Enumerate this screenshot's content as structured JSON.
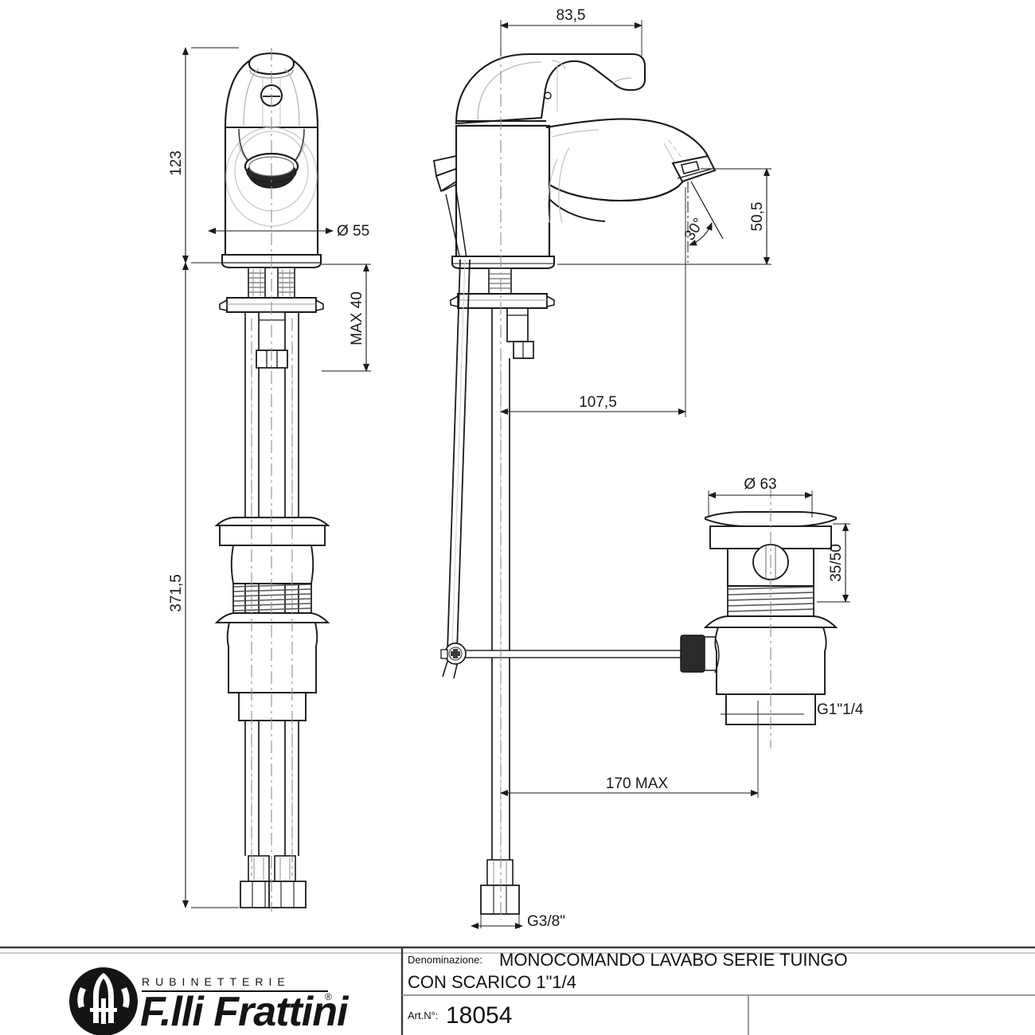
{
  "sheet": {
    "background": "#ffffff",
    "line_color": "#1a1a1a",
    "thin_line_color": "#555555",
    "accent_dark": "#222222"
  },
  "drawing": {
    "title": "Technical drawing - single lever basin mixer",
    "views": [
      {
        "name": "front-view",
        "label": ""
      },
      {
        "name": "side-view",
        "label": ""
      },
      {
        "name": "drain-waste-detail",
        "label": ""
      }
    ]
  },
  "dimensions": {
    "front_height": "123",
    "front_diameter": "Ø 55",
    "max_thickness": "MAX 40",
    "total_length": "371,5",
    "side_handle_reach": "83,5",
    "spout_height": "50,5",
    "aerator_angle": "30°",
    "spout_projection": "107,5",
    "waste_flange_diameter": "Ø 63",
    "waste_range": "35/50",
    "waste_thread": "G1\"1/4",
    "rod_length": "170 MAX",
    "supply_thread": "G3/8\""
  },
  "title_block": {
    "denominazione_label": "Denominazione:",
    "denominazione_line1": "MONOCOMANDO LAVABO SERIE TUINGO",
    "denominazione_line2": "CON SCARICO 1\"1/4",
    "art_label": "Art.N°:",
    "art_value": "18054"
  },
  "logo": {
    "brand": "F.lli Frattini",
    "tagline": "RUBINETTERIE",
    "registered": "®"
  }
}
